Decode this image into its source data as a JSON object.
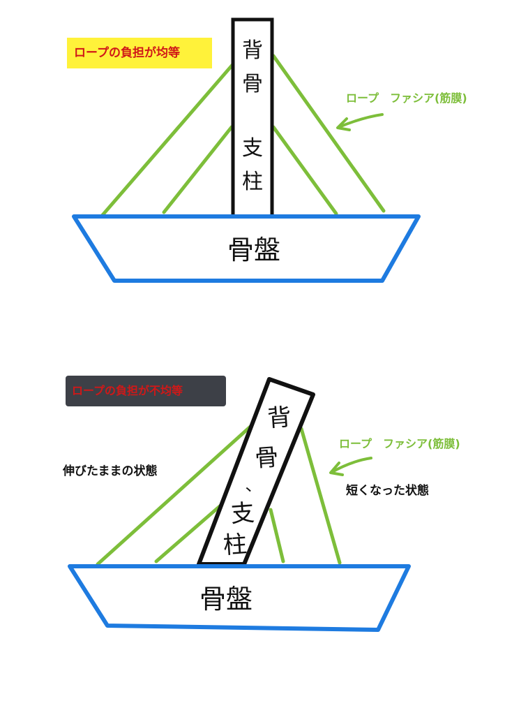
{
  "top": {
    "badge": "ロープの負担が均等",
    "spine_line1": "背",
    "spine_line2": "骨",
    "spine_line3": "支",
    "spine_line4": "柱",
    "rope_label": "ロープ　ファシア(筋膜)",
    "pelvis_label": "骨盤"
  },
  "bottom": {
    "badge": "ロープの負担が不均等",
    "spine_line1": "背",
    "spine_line2": "骨",
    "spine_line3": "、",
    "spine_line4": "支",
    "spine_line5": "柱",
    "rope_label": "ロープ　ファシア(筋膜)",
    "left_state": "伸びたままの状態",
    "right_state": "短くなった状態",
    "pelvis_label": "骨盤"
  },
  "colors": {
    "rope": "#7DBE3A",
    "pelvis_outline": "#1E7BE0",
    "badge_yellow_bg": "#FFF23A",
    "badge_dark_bg": "#3D4047",
    "badge_text": "#D01818",
    "label_green": "#7DBE3A"
  }
}
